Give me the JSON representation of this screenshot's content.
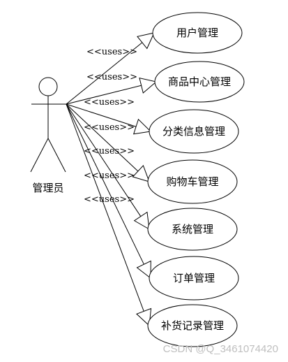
{
  "actor": {
    "name": "管理员"
  },
  "relation_label": "<<uses>>",
  "use_cases": [
    {
      "label": "用户管理"
    },
    {
      "label": "商品中心管理"
    },
    {
      "label": "分类信息管理"
    },
    {
      "label": "购物车管理"
    },
    {
      "label": "系统管理"
    },
    {
      "label": "订单管理"
    },
    {
      "label": "补货记录管理"
    }
  ],
  "watermark": "CSDN @Q_3461074420"
}
